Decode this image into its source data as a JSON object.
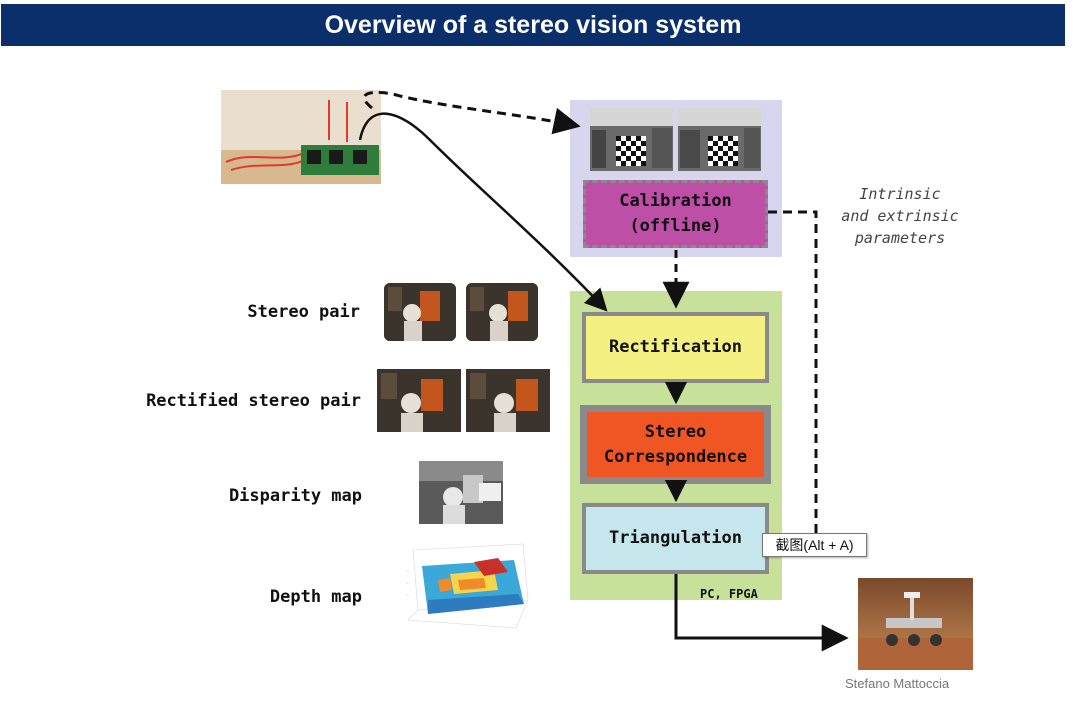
{
  "title": "Overview of a stereo vision system",
  "left_labels": {
    "stereo_pair": "Stereo pair",
    "rectified_pair": "Rectified stereo pair",
    "disparity_map": "Disparity map",
    "depth_map": "Depth map"
  },
  "blocks": {
    "calibration": [
      "Calibration",
      "(offline)"
    ],
    "rectification": "Rectification",
    "stereo_correspondence": [
      "Stereo",
      "Correspondence"
    ],
    "triangulation": "Triangulation"
  },
  "parameters_note": [
    "Intrinsic",
    "and extrinsic",
    "parameters"
  ],
  "platform_label": "PC, FPGA",
  "tooltip": "截图(Alt + A)",
  "author": "Stefano Mattoccia",
  "colors": {
    "title_bar": "#0b2f6b",
    "calibration_panel": "#d8d6ef",
    "processing_panel": "#c8e19a",
    "calibration_box": "#bd4fa6",
    "rectification_box": "#f4f082",
    "stereo_box": "#f05623",
    "triangulation_box": "#c5e6ec"
  }
}
